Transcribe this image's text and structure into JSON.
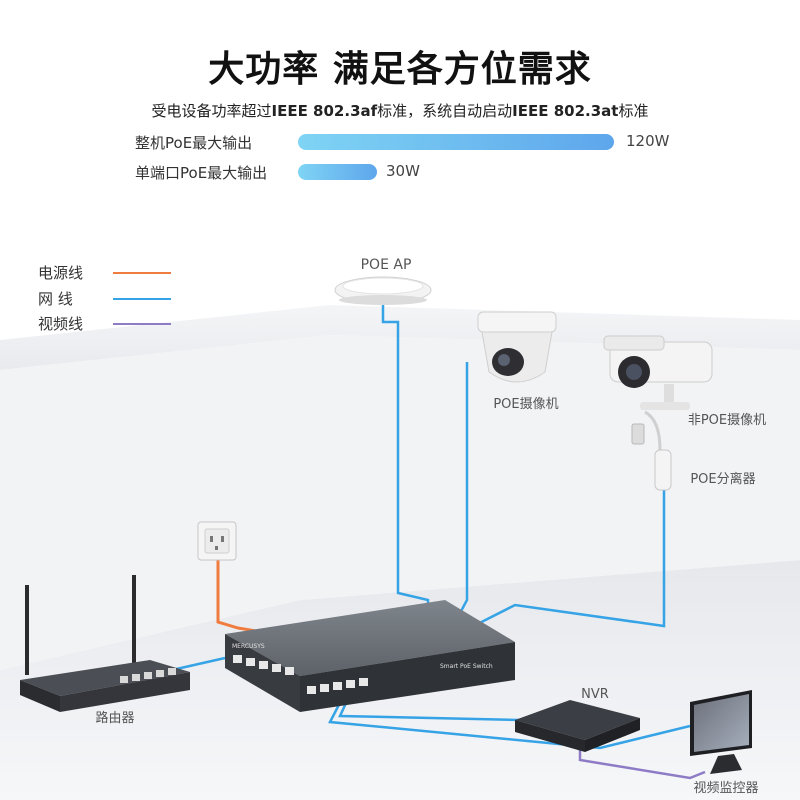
{
  "header": {
    "title": "大功率  满足各方位需求",
    "subtitle_prefix": "受电设备功率超过",
    "subtitle_std1": "IEEE 802.3af",
    "subtitle_mid": "标准，系统自动启动",
    "subtitle_std2": "IEEE 802.3at",
    "subtitle_suffix": "标准"
  },
  "power_bars": [
    {
      "label": "整机PoE最大输出",
      "value": "120W",
      "watts": 120
    },
    {
      "label": "单端口PoE最大输出",
      "value": "30W",
      "watts": 30
    }
  ],
  "legend": [
    {
      "label": "电源线",
      "color": "#f07b3f"
    },
    {
      "label": "网  线",
      "color": "#35a3e6"
    },
    {
      "label": "视频线",
      "color": "#8d7bc6"
    }
  ],
  "devices": {
    "poe_ap": "POE AP",
    "poe_camera": "POE摄像机",
    "non_poe_camera": "非POE摄像机",
    "poe_splitter": "POE分离器",
    "router": "路由器",
    "nvr": "NVR",
    "monitor": "视频监控器"
  },
  "switch": {
    "brand": "MERCUSYS",
    "panel_text": "Smart PoE Switch"
  },
  "colors": {
    "power_line": "#f07b3f",
    "network_line": "#35a3e6",
    "video_line": "#8d7bc6",
    "bar_accent": "#5ea6ec"
  }
}
